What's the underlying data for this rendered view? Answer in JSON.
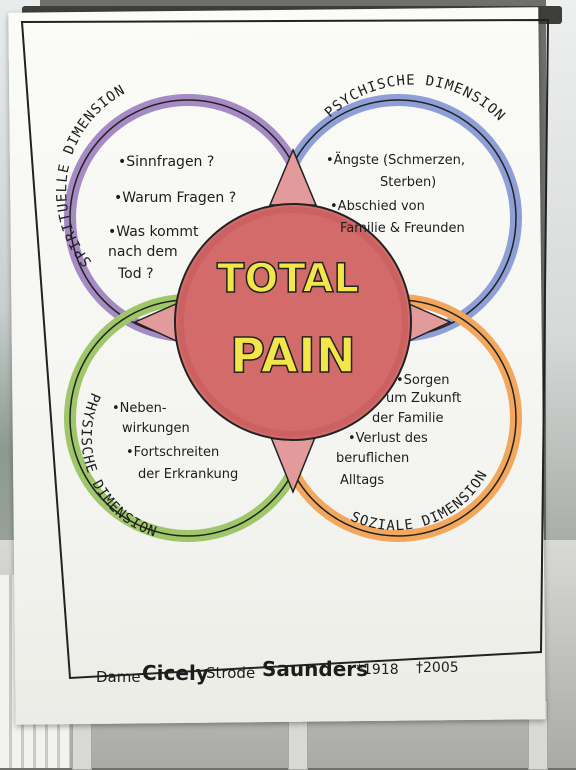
{
  "poster": {
    "title_line1": "TOTAL",
    "title_line2": "PAIN",
    "colors": {
      "center_red": "#d36b6b",
      "spiritual": "#a58ac4",
      "psychic": "#8d9fd6",
      "physical": "#9ec76a",
      "social": "#f2a75c",
      "title_yellow": "#f3e64a"
    },
    "spiritual": {
      "label": "SPIRITUELLE DIMENSION",
      "items": [
        "Sinnfragen ?",
        "Warum Fragen ?",
        "Was kommt",
        "nach dem",
        "Tod ?"
      ]
    },
    "psychic": {
      "label": "PSYCHISCHE DIMENSION",
      "items": [
        "Ängste (Schmerzen,",
        "Sterben)",
        "Abschied von",
        "Familie & Freunden"
      ]
    },
    "physical": {
      "label": "PHYSISCHE DIMENSION",
      "items": [
        "Neben-",
        "wirkungen",
        "Fortschreiten",
        "der Erkrankung"
      ]
    },
    "social": {
      "label": "SOZIALE DIMENSION",
      "items": [
        "Sorgen",
        "um Zukunft",
        "der Familie",
        "Verlust des",
        "beruflichen",
        "Alltags"
      ]
    },
    "footer": {
      "name_prefix": "Dame",
      "first": "Cicely",
      "middle": "Strode",
      "last": "Saunders",
      "born": "*1918",
      "died": "†2005"
    }
  }
}
